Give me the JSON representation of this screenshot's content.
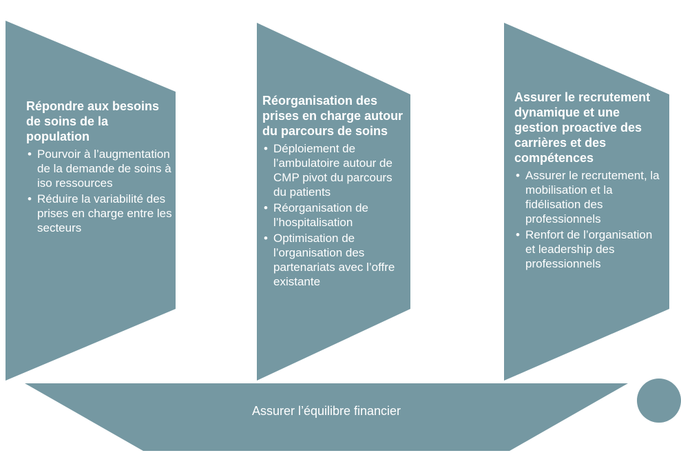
{
  "colors": {
    "shape": "#7598a2",
    "text": "#ffffff"
  },
  "sails": [
    {
      "title": "Répondre aux besoins de soins de la population",
      "bullets": [
        "Pourvoir à l’augmentation de la demande de soins à iso ressources",
        "Réduire la variabilité des prises en charge entre les secteurs"
      ]
    },
    {
      "title": "Réorganisation des prises en charge autour du parcours de soins",
      "bullets": [
        "Déploiement de l’ambulatoire autour de CMP pivot du parcours du patients",
        "Réorganisation de l’hospitalisation",
        "Optimisation de l’organisation des partenariats avec l’offre existante"
      ]
    },
    {
      "title": "Assurer le recrutement dynamique et une gestion proactive des carrières et des compétences",
      "bullets": [
        "Assurer le recrutement, la mobilisation et la fidélisation des professionnels",
        "Renfort de l’organisation et leadership des professionnels"
      ]
    }
  ],
  "hull": {
    "label": "Assurer l’équilibre financier"
  }
}
